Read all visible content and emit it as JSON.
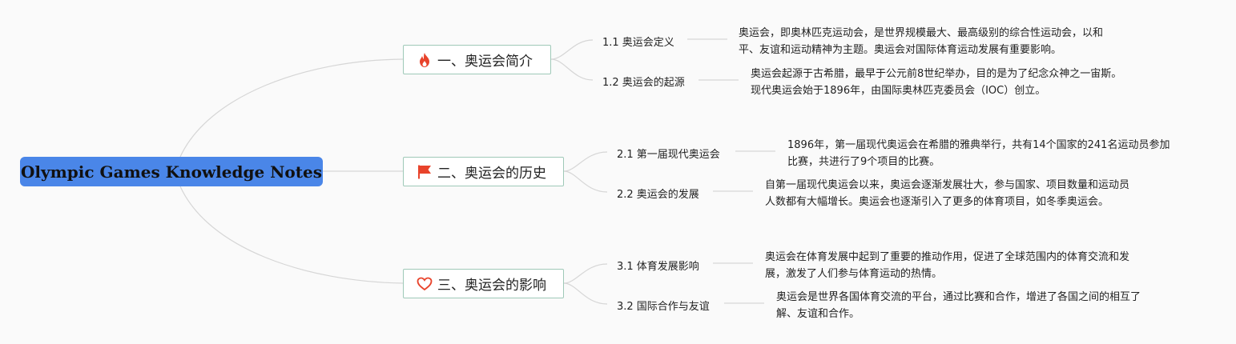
{
  "root": {
    "label": "Olympic Games Knowledge Notes"
  },
  "branches": [
    {
      "label": "一、奥运会简介",
      "icon": "fire-icon",
      "icon_color": "#e8432b",
      "subs": [
        {
          "label": "1.1 奥运会定义",
          "detail": "奥运会，即奥林匹克运动会，是世界规模最大、最高级别的综合性运动会，以和\n平、友谊和运动精神为主题。奥运会对国际体育运动发展有重要影响。"
        },
        {
          "label": "1.2 奥运会的起源",
          "detail": "奥运会起源于古希腊，最早于公元前8世纪举办，目的是为了纪念众神之一宙斯。\n现代奥运会始于1896年，由国际奥林匹克委员会（IOC）创立。"
        }
      ]
    },
    {
      "label": "二、奥运会的历史",
      "icon": "flag-icon",
      "icon_color": "#e8432b",
      "subs": [
        {
          "label": "2.1 第一届现代奥运会",
          "detail": "1896年，第一届现代奥运会在希腊的雅典举行，共有14个国家的241名运动员参加\n比赛，共进行了9个项目的比赛。"
        },
        {
          "label": "2.2 奥运会的发展",
          "detail": "自第一届现代奥运会以来，奥运会逐渐发展壮大，参与国家、项目数量和运动员\n人数都有大幅增长。奥运会也逐渐引入了更多的体育项目，如冬季奥运会。"
        }
      ]
    },
    {
      "label": "三、奥运会的影响",
      "icon": "heart-icon",
      "icon_color": "#e8432b",
      "subs": [
        {
          "label": "3.1 体育发展影响",
          "detail": "奥运会在体育发展中起到了重要的推动作用，促进了全球范围内的体育交流和发\n展，激发了人们参与体育运动的热情。"
        },
        {
          "label": "3.2 国际合作与友谊",
          "detail": "奥运会是世界各国体育交流的平台，通过比赛和合作，增进了各国之间的相互了\n解、友谊和合作。"
        }
      ]
    }
  ],
  "colors": {
    "root_bg": "#4a86e8",
    "branch_border": "#9fc9b8",
    "link": "#d6d6d6"
  }
}
